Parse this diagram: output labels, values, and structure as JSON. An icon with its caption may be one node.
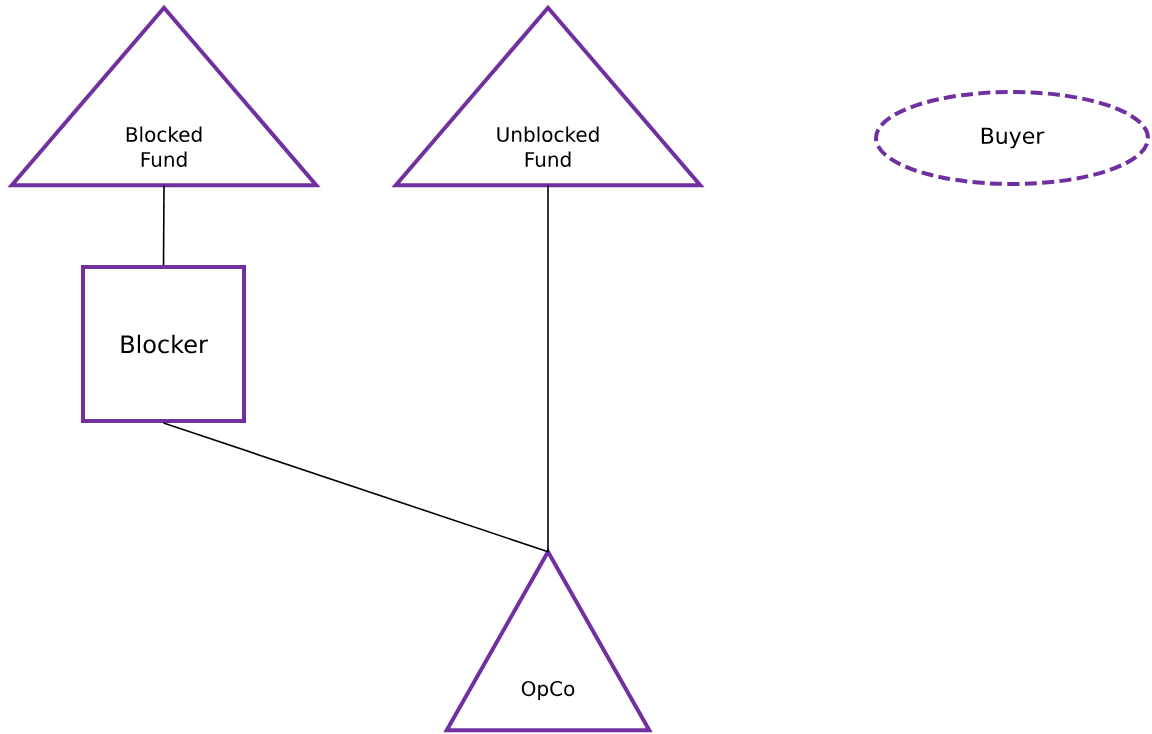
{
  "diagram": {
    "nodes": [
      {
        "text": [
          "Blocked Fund"
        ]
      },
      {
        "text": [
          "Unblocked Fund"
        ]
      },
      {
        "text": [
          "Buyer"
        ]
      },
      {
        "text": [
          "Blocker"
        ]
      },
      {
        "text": [
          "OpCo"
        ]
      }
    ],
    "edges": [
      {
        "from": 0,
        "to": 3,
        "arrow": "none"
      },
      {
        "from": 3,
        "to": 4,
        "arrow": "none"
      },
      {
        "from": 1,
        "to": 4,
        "arrow": "none"
      }
    ]
  }
}
